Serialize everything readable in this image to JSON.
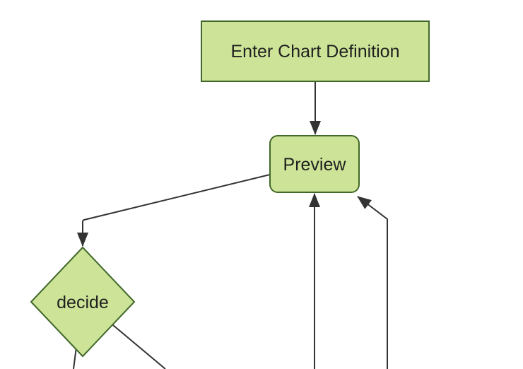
{
  "diagram": {
    "type": "flowchart-top-down",
    "theme": "forest",
    "colors": {
      "background": "#ffffff",
      "node_fill": "#cde498",
      "node_border": "#41682a",
      "edge_line": "#333333",
      "label_text": "#1f1f1f"
    },
    "nodes": [
      {
        "id": "A",
        "label": "Enter Chart Definition",
        "shape": "rectangle"
      },
      {
        "id": "B",
        "label": "Preview",
        "shape": "rounded-rectangle"
      },
      {
        "id": "C",
        "label": "decide",
        "shape": "diamond"
      }
    ],
    "edges": [
      {
        "from": "A",
        "to": "B",
        "arrowhead": true
      },
      {
        "from": "B",
        "to": "C",
        "arrowhead": true
      },
      {
        "from": "C",
        "to": "offscreen-bottom-left",
        "arrowhead": false
      },
      {
        "from": "C",
        "to": "offscreen-bottom-right",
        "arrowhead": false
      },
      {
        "from": "offscreen-bottom-center",
        "to": "B",
        "arrowhead": true
      },
      {
        "from": "offscreen-bottom-far-right",
        "to": "B",
        "arrowhead": true
      }
    ]
  }
}
